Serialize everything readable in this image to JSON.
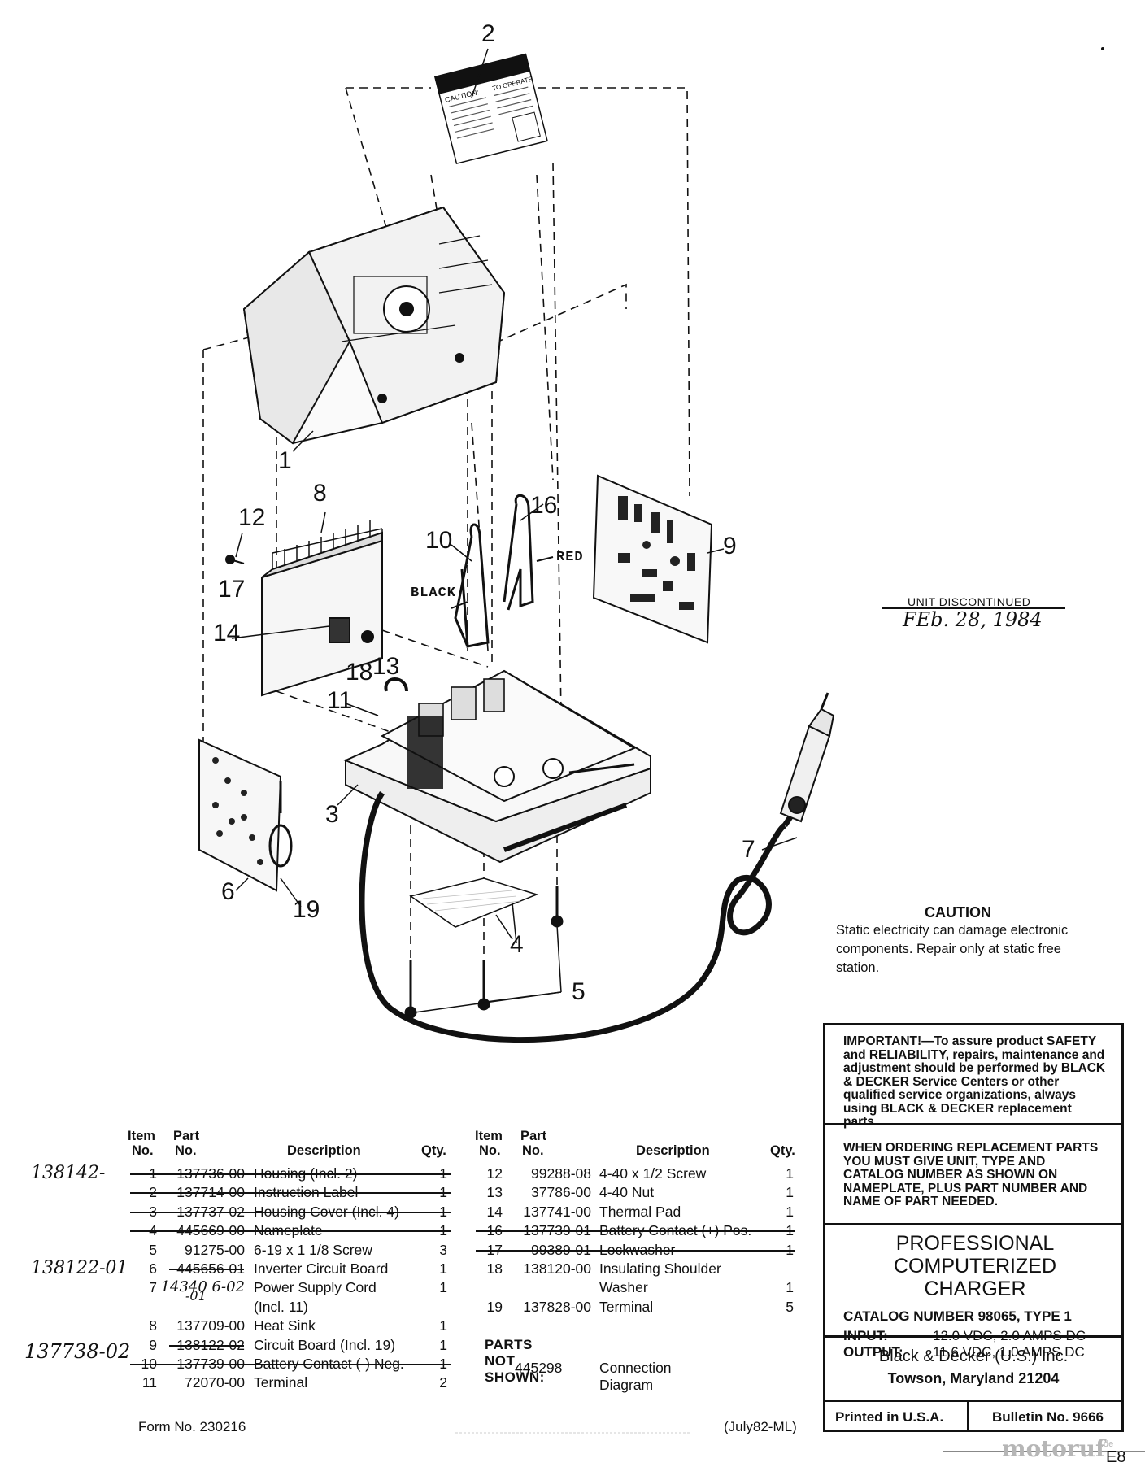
{
  "callouts": {
    "c1": "1",
    "c2": "2",
    "c3": "3",
    "c4": "4",
    "c5": "5",
    "c6": "6",
    "c7": "7",
    "c8": "8",
    "c9": "9",
    "c10": "10",
    "c11": "11",
    "c12": "12",
    "c13": "13",
    "c14": "14",
    "c16": "16",
    "c17": "17",
    "c18": "18",
    "c19": "19"
  },
  "wire_labels": {
    "black": "BLACK",
    "red": "RED"
  },
  "nameplate_label": {
    "caution": "CAUTION:",
    "operate": "TO OPERATE"
  },
  "discontinued": {
    "title": "UNIT DISCONTINUED",
    "date": "FEb. 28, 1984"
  },
  "caution_note": {
    "title": "CAUTION",
    "body": "Static electricity can damage electronic components. Repair only at static free station."
  },
  "important_box": "IMPORTANT!—To assure product SAFETY and RELIABILITY, repairs, maintenance and adjustment should be performed by BLACK & DECKER Service Centers or other qualified service organizations, always using BLACK & DECKER replacement parts.",
  "ordering_box": "WHEN ORDERING REPLACEMENT PARTS YOU MUST GIVE UNIT, TYPE AND CATALOG NUMBER AS SHOWN ON NAMEPLATE, PLUS PART NUMBER AND NAME OF PART NEEDED.",
  "product": {
    "title_line1": "PROFESSIONAL",
    "title_line2": "COMPUTERIZED CHARGER",
    "catalog": "CATALOG NUMBER 98065,   TYPE 1",
    "input_label": "INPUT:",
    "input_value": "12.0 VDC, 2.0 AMPS DC",
    "output_label": "OUTPUT:",
    "output_value": "11.6 VDC, 1.0 AMPS DC",
    "company": "Black & Decker (U.S.) Inc.",
    "address": "Towson, Maryland 21204",
    "printed": "Printed in U.S.A.",
    "bulletin": "Bulletin No. 9666"
  },
  "table_headers": {
    "item_top": "Item",
    "item_bottom": "No.",
    "part_top": "Part",
    "part_bottom": "No.",
    "description": "Description",
    "qty": "Qty."
  },
  "parts_left": [
    {
      "item": "1",
      "part": "137736-00",
      "desc": "Housing (Incl. 2)",
      "qty": "1",
      "struck": true
    },
    {
      "item": "2",
      "part": "137714-00",
      "desc": "Instruction Label",
      "qty": "1",
      "struck": true
    },
    {
      "item": "3",
      "part": "137737-02",
      "desc": "Housing Cover (Incl. 4)",
      "qty": "1",
      "struck": true
    },
    {
      "item": "4",
      "part": "445669-00",
      "desc": "Nameplate",
      "qty": "1",
      "struck": true
    },
    {
      "item": "5",
      "part": "91275-00",
      "desc": "6-19 x 1 1/8 Screw",
      "qty": "3",
      "struck": false
    },
    {
      "item": "6",
      "part": "445656-01",
      "desc": "Inverter Circuit Board",
      "qty": "1",
      "struck": false,
      "part_struck": true
    },
    {
      "item": "7",
      "part": "14340 6-02",
      "desc": "Power Supply Cord",
      "qty": "1",
      "struck": false,
      "handwritten_part": true
    },
    {
      "item": "",
      "part": "",
      "desc": "(Incl. 11)",
      "qty": "",
      "struck": false
    },
    {
      "item": "8",
      "part": "137709-00",
      "desc": "Heat Sink",
      "qty": "1",
      "struck": false
    },
    {
      "item": "9",
      "part": "138122-02",
      "desc": "Circuit Board (Incl. 19)",
      "qty": "1",
      "struck": false,
      "part_struck": true
    },
    {
      "item": "10",
      "part": "137739-00",
      "desc": "Battery Contact (-) Neg.",
      "qty": "1",
      "struck": true
    },
    {
      "item": "11",
      "part": "72070-00",
      "desc": "Terminal",
      "qty": "2",
      "struck": false
    }
  ],
  "parts_right": [
    {
      "item": "12",
      "part": "99288-08",
      "desc": "4-40 x 1/2 Screw",
      "qty": "1",
      "struck": false
    },
    {
      "item": "13",
      "part": "37786-00",
      "desc": "4-40 Nut",
      "qty": "1",
      "struck": false
    },
    {
      "item": "14",
      "part": "137741-00",
      "desc": "Thermal Pad",
      "qty": "1",
      "struck": false
    },
    {
      "item": "16",
      "part": "137739-01",
      "desc": "Battery Contact (+) Pos.",
      "qty": "1",
      "struck": true
    },
    {
      "item": "17",
      "part": "99389-01",
      "desc": "Lockwasher",
      "qty": "1",
      "struck": true
    },
    {
      "item": "18",
      "part": "138120-00",
      "desc": "Insulating Shoulder",
      "qty": "",
      "struck": false
    },
    {
      "item": "",
      "part": "",
      "desc": "Washer",
      "qty": "1",
      "struck": false
    },
    {
      "item": "19",
      "part": "137828-00",
      "desc": "Terminal",
      "qty": "5",
      "struck": false
    }
  ],
  "parts_not_shown": {
    "title": "PARTS NOT SHOWN:",
    "part": "445298",
    "desc": "Connection Diagram"
  },
  "handwritten_margin": {
    "row1": "138142-",
    "row6": "138122-01",
    "row7_suffix": "-01",
    "row9": "137738-02"
  },
  "footer": {
    "form": "Form No. 230216",
    "date": "(July82-ML)",
    "watermark": "motoruf",
    "watermark_suffix": ".de",
    "page": "E8"
  }
}
